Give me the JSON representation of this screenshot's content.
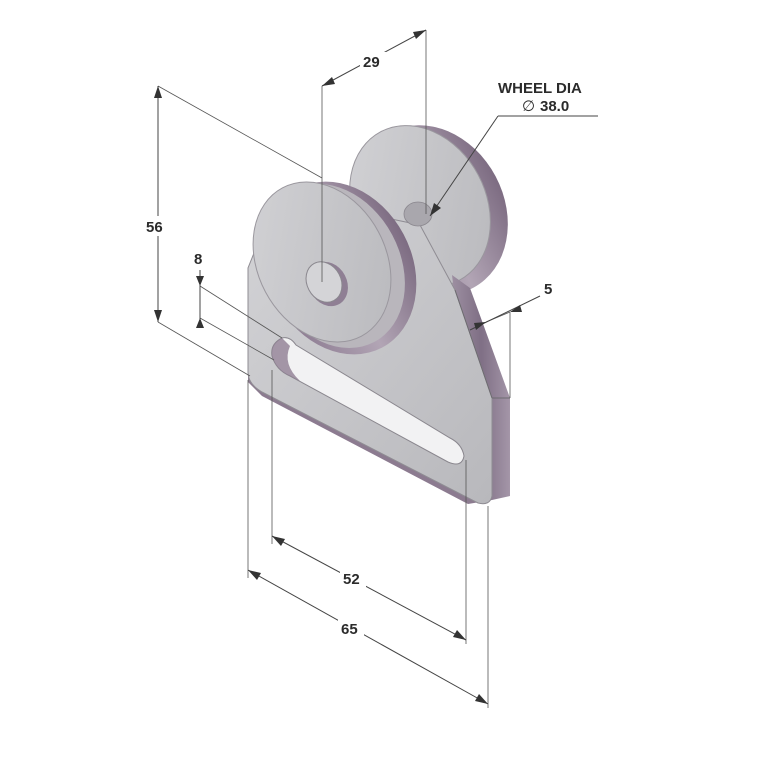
{
  "callout": {
    "title": "WHEEL DIA",
    "symbol": "∅",
    "value": "38.0"
  },
  "dimensions": {
    "height": "56",
    "axle_offset": "29",
    "slot_width": "8",
    "thickness": "5",
    "slot_length": "52",
    "plate_width": "65"
  },
  "colors": {
    "metal_face": "#c4c4c7",
    "metal_side": "#8e7d92",
    "metal_edge": "#a6a3aa",
    "slot": "#f2f2f3"
  }
}
